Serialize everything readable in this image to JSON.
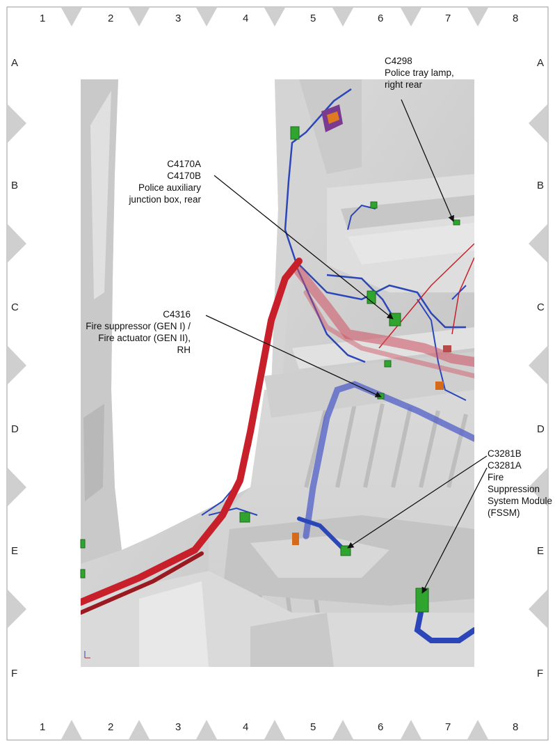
{
  "grid": {
    "columns": [
      "1",
      "2",
      "3",
      "4",
      "5",
      "6",
      "7",
      "8"
    ],
    "rows": [
      "A",
      "B",
      "C",
      "D",
      "E",
      "F"
    ]
  },
  "callouts": {
    "c4298": [
      "C4298",
      "Police tray lamp,",
      "right rear"
    ],
    "c4170": [
      "C4170A",
      "C4170B",
      "Police auxiliary",
      "junction box, rear"
    ],
    "c4316": [
      "C4316",
      "Fire suppressor (GEN I) /",
      "Fire actuator (GEN II),",
      "RH"
    ],
    "c3281": [
      "C3281B",
      "C3281A",
      "Fire",
      "Suppression",
      "System Module",
      "(FSSM)"
    ]
  },
  "colors": {
    "harness_red": "#c8202a",
    "harness_blue": "#2b46b8",
    "connector_green": "#2fa52f",
    "border_triangle": "#cfcfcf"
  }
}
